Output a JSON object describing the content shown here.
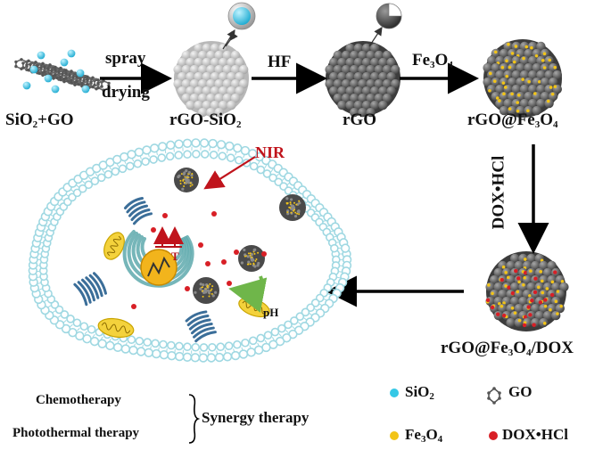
{
  "steps": {
    "spray": "spray",
    "drying": "drying",
    "hf": "HF",
    "fe3o4_arrow_main": "Fe",
    "fe3o4_arrow_sub1": "3",
    "fe3o4_arrow_mid": "O",
    "fe3o4_arrow_sub2": "4",
    "dox_hcl": "DOX•HCl"
  },
  "labels": {
    "sio2_go_a": "SiO",
    "sio2_go_sub": "2",
    "sio2_go_b": "+GO",
    "rgo_sio2_a": "rGO-SiO",
    "rgo_sio2_sub": "2",
    "rgo": "rGO",
    "rgo_fe_a": "rGO@Fe",
    "rgo_fe_sub1": "3",
    "rgo_fe_b": "O",
    "rgo_fe_sub2": "4",
    "final_a": "rGO@Fe",
    "final_sub1": "3",
    "final_b": "O",
    "final_sub2": "4",
    "final_c": "/DOX"
  },
  "cell": {
    "nir": "NIR",
    "t_label": "T",
    "ph_label": "pH"
  },
  "therapy": {
    "chemo": "Chemotherapy",
    "photo": "Photothermal therapy",
    "synergy": "Synergy therapy"
  },
  "legend": {
    "sio2_a": "SiO",
    "sio2_sub": "2",
    "go": "GO",
    "fe_a": "Fe",
    "fe_sub1": "3",
    "fe_b": "O",
    "fe_sub2": "4",
    "dox": "DOX•HCl"
  },
  "colors": {
    "sio2": "#35c8e6",
    "go": "#555555",
    "fe3o4": "#f2c418",
    "dox": "#d81f26",
    "membrane": "#9fd8e2",
    "nir_arrow": "#c0141c",
    "heat_arrow": "#b5121b",
    "ph_arrow": "#6fb64a",
    "mito": "#f4d23c",
    "dna": "#3b6e99",
    "golgi": "#5ea9ad",
    "nucleus": "#f2b41c"
  }
}
